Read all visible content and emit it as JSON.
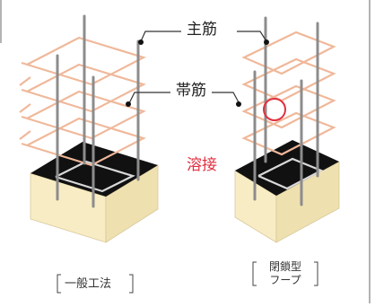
{
  "labels": {
    "main_bar": "主筋",
    "hoop": "帯筋",
    "weld": "溶接"
  },
  "captions": {
    "left": "一般工法",
    "right_line1": "閉鎖型",
    "right_line2": "フープ"
  },
  "colors": {
    "rebar": "#8c8c8c",
    "hoop": "#f0b89a",
    "concrete_top": "#111111",
    "concrete_side": "#f8ecc4",
    "weld_accent": "#e03040",
    "frame": "#9a9a9a"
  }
}
